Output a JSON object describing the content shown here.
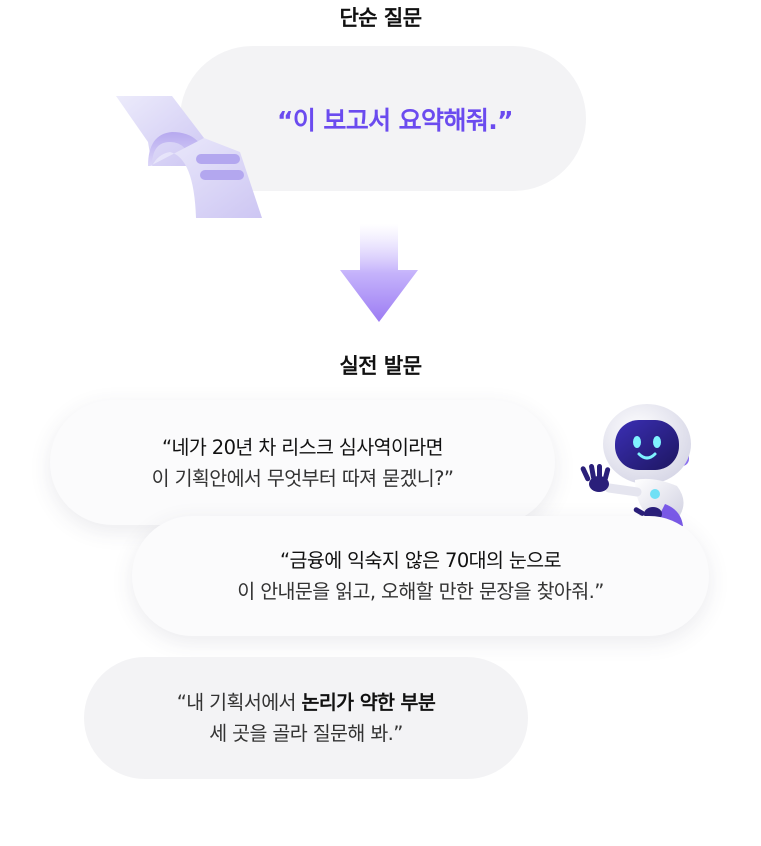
{
  "simple": {
    "heading": "단순 질문",
    "question": "“이 보고서 요약해줘.”"
  },
  "advanced": {
    "heading": "실전 발문",
    "q1": {
      "a": "“네가 20년 차 리스크 심사역이라면",
      "b": "이 기획안에서 무엇부터 따져 묻겠니?”"
    },
    "q2": {
      "bold": "“금융에 익숙지 않은 70대의 눈으로",
      "b": "이 안내문을 읽고, 오해할 만한 문장을 찾아줘.”"
    },
    "q3": {
      "pre": "“내 기획서에서 ",
      "bold": "논리가 약한 부분",
      "b": "세 곳을 골라 질문해 봐.”"
    }
  },
  "colors": {
    "accent": "#6b4bef",
    "bubble": "#f3f3f5",
    "arrow": "#a98cf6"
  },
  "icons": [
    "document-scroll-icon",
    "down-arrow-icon",
    "robot-mascot-icon"
  ]
}
